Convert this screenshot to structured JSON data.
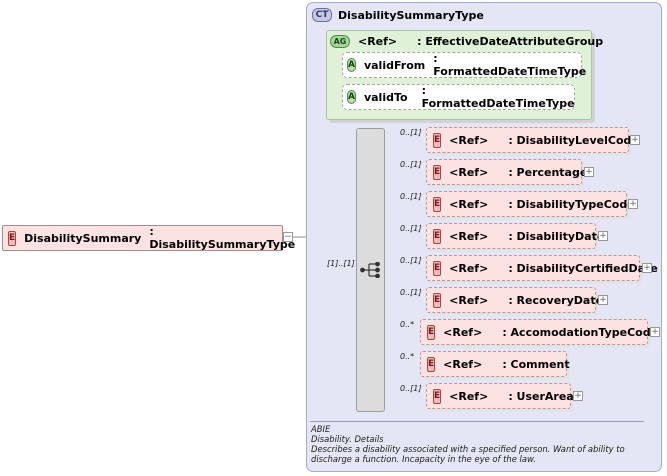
{
  "root": {
    "badge": "E",
    "name": "DisabilitySummary",
    "type": ": DisabilitySummaryType"
  },
  "complex_type": {
    "badge": "CT",
    "name": "DisabilitySummaryType"
  },
  "attribute_group": {
    "badge": "AG",
    "ref": "<Ref>",
    "type": ": EffectiveDateAttributeGroup"
  },
  "attributes": [
    {
      "badge": "A",
      "name": "validFrom",
      "type": ": FormattedDateTimeType"
    },
    {
      "badge": "A",
      "name": "validTo",
      "type": ": FormattedDateTimeType"
    }
  ],
  "sequence": {
    "cardinality": "[1]..[1]"
  },
  "elements": [
    {
      "badge": "E",
      "ref": "<Ref>",
      "type": ": DisabilityLevelCode",
      "cardinality": "0..[1]"
    },
    {
      "badge": "E",
      "ref": "<Ref>",
      "type": ": Percentage",
      "cardinality": "0..[1]"
    },
    {
      "badge": "E",
      "ref": "<Ref>",
      "type": ": DisabilityTypeCode",
      "cardinality": "0..[1]"
    },
    {
      "badge": "E",
      "ref": "<Ref>",
      "type": ": DisabilityDate",
      "cardinality": "0..[1]"
    },
    {
      "badge": "E",
      "ref": "<Ref>",
      "type": ": DisabilityCertifiedDate",
      "cardinality": "0..[1]"
    },
    {
      "badge": "E",
      "ref": "<Ref>",
      "type": ": RecoveryDate",
      "cardinality": "0..[1]"
    },
    {
      "badge": "E",
      "ref": "<Ref>",
      "type": ": AccomodationTypeCode",
      "cardinality": "0..*"
    },
    {
      "badge": "E",
      "ref": "<Ref>",
      "type": ": Comment",
      "cardinality": "0..*"
    },
    {
      "badge": "E",
      "ref": "<Ref>",
      "type": ": UserArea",
      "cardinality": "0..[1]"
    }
  ],
  "expand_symbol": "+",
  "collapse_symbol": "−",
  "annotation": {
    "line1": "ABIE",
    "line2": "Disability. Details",
    "line3": "Describes a disability associated with a specified person. Want of ability to",
    "line4": "discharge a function.  Incapacity in the eye of the law."
  },
  "colors": {
    "panel": "#e4e5f5",
    "element": "#fde2e2",
    "attribute_group": "#dff2d7",
    "sequence": "#dcdcdc"
  }
}
